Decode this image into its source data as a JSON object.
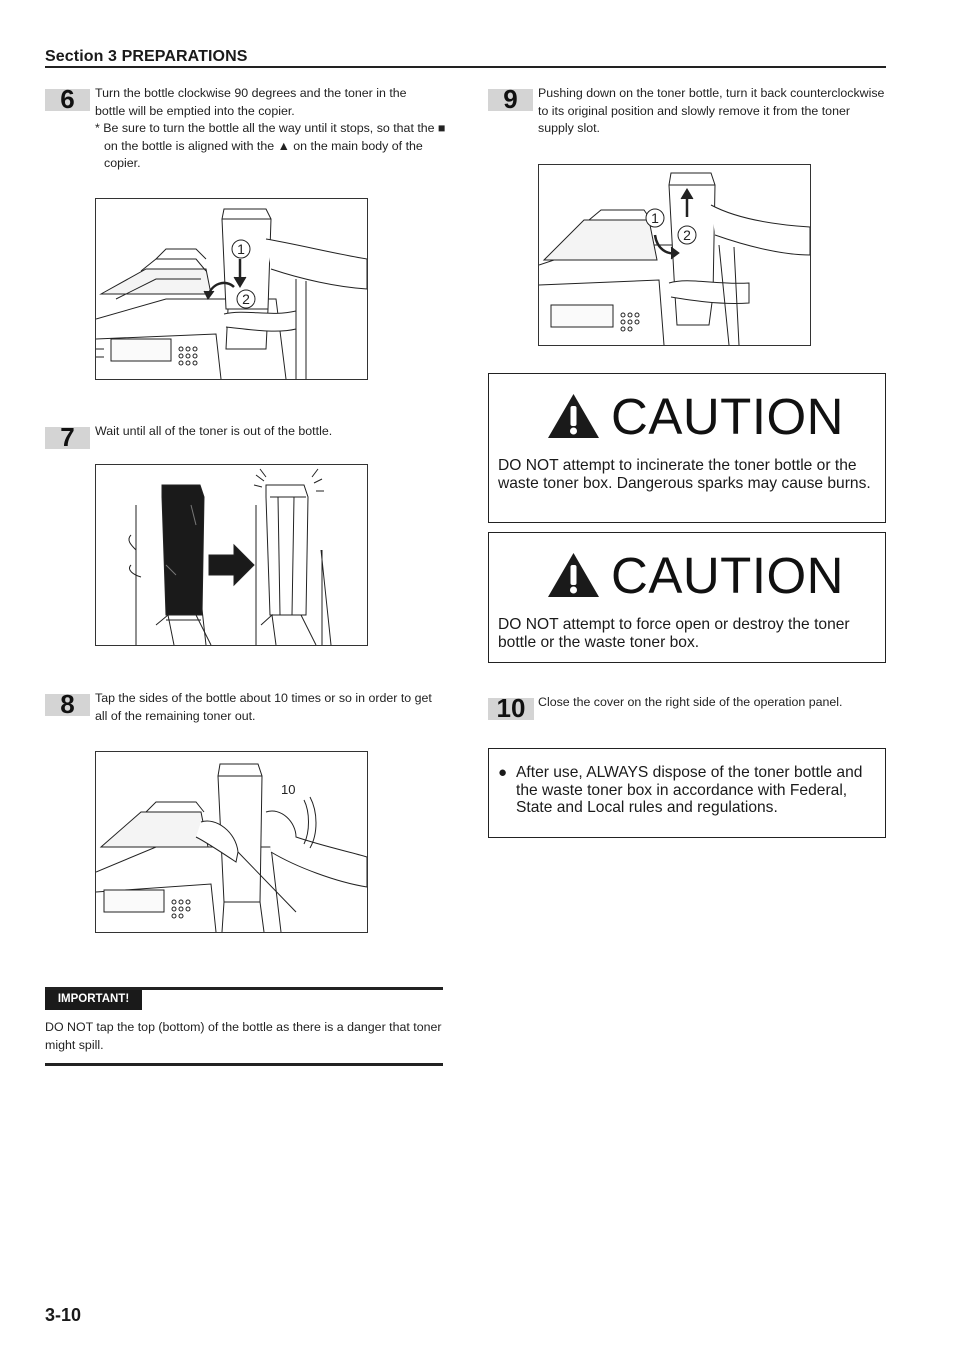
{
  "header": {
    "section_label": "Section 3  PREPARATIONS",
    "page_number": "3-10"
  },
  "steps": {
    "s6": {
      "number": "6",
      "text": "Turn the bottle clockwise 90 degrees and the toner in the bottle will be emptied into the copier.",
      "note_a": "* Be sure to turn the bottle all the way until it stops, so that the ■ on the bottle is aligned with the ▲ on the main body of the copier.",
      "figure_labels": [
        "1",
        "2"
      ]
    },
    "s7": {
      "number": "7",
      "text": "Wait until all of the toner is out of the bottle."
    },
    "s8": {
      "number": "8",
      "text": "Tap the sides of the bottle about 10 times or so in order to get all of the remaining toner out.",
      "figure_label": "10"
    },
    "s9": {
      "number": "9",
      "text": "Pushing down on the toner bottle, turn it back counterclockwise to its original position and slowly remove it from the toner supply slot.",
      "figure_labels": [
        "1",
        "2"
      ]
    },
    "s10": {
      "number": "10",
      "text": "Close the cover on the right side of the operation panel."
    }
  },
  "cautions": [
    {
      "title": "CAUTION",
      "text": "DO NOT attempt to incinerate the toner bottle or the waste toner box. Dangerous sparks may cause burns."
    },
    {
      "title": "CAUTION",
      "text": "DO NOT attempt to force open or destroy the toner bottle or the waste toner box."
    }
  ],
  "notice": {
    "bullet": "●",
    "text": "After use, ALWAYS dispose of the toner bottle and the waste toner box in accordance with Federal, State and Local rules and regulations."
  },
  "important": {
    "tag": "IMPORTANT!",
    "text": "DO NOT tap the top (bottom) of the bottle as there is a danger that toner might spill."
  },
  "icons": {
    "warning": "warning-triangle-icon",
    "arrow": "right-arrow-icon"
  }
}
